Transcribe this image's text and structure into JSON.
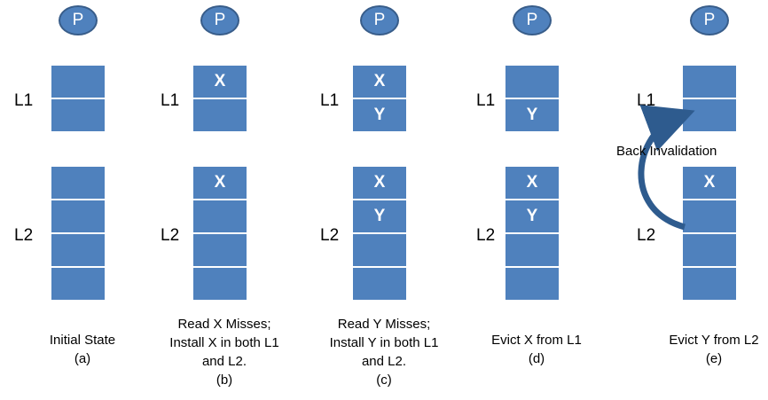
{
  "processor_label": "P",
  "level_labels": {
    "l1": "L1",
    "l2": "L2"
  },
  "back_invalidation_label": "Back Invalidation",
  "panels": [
    {
      "l1": [
        "",
        ""
      ],
      "l2": [
        "",
        "",
        "",
        ""
      ],
      "caption": [
        "Initial State",
        "(a)"
      ]
    },
    {
      "l1": [
        "X",
        ""
      ],
      "l2": [
        "X",
        "",
        "",
        ""
      ],
      "caption": [
        "Read X Misses;",
        "Install X in both L1",
        "and L2.",
        "(b)"
      ]
    },
    {
      "l1": [
        "X",
        "Y"
      ],
      "l2": [
        "X",
        "Y",
        "",
        ""
      ],
      "caption": [
        "Read Y Misses;",
        "Install Y in both L1",
        "and L2.",
        "(c)"
      ]
    },
    {
      "l1": [
        "",
        "Y"
      ],
      "l2": [
        "X",
        "Y",
        "",
        ""
      ],
      "caption": [
        "Evict X from L1",
        "(d)"
      ]
    },
    {
      "l1": [
        "",
        ""
      ],
      "l2": [
        "X",
        "",
        "",
        ""
      ],
      "caption": [
        "Evict  Y from L2",
        "(e)"
      ]
    }
  ],
  "colors": {
    "cell": "#4f81bd",
    "cell_border": "#ffffff",
    "processor": "#4f81bd",
    "arrow": "#2e5b8e"
  }
}
